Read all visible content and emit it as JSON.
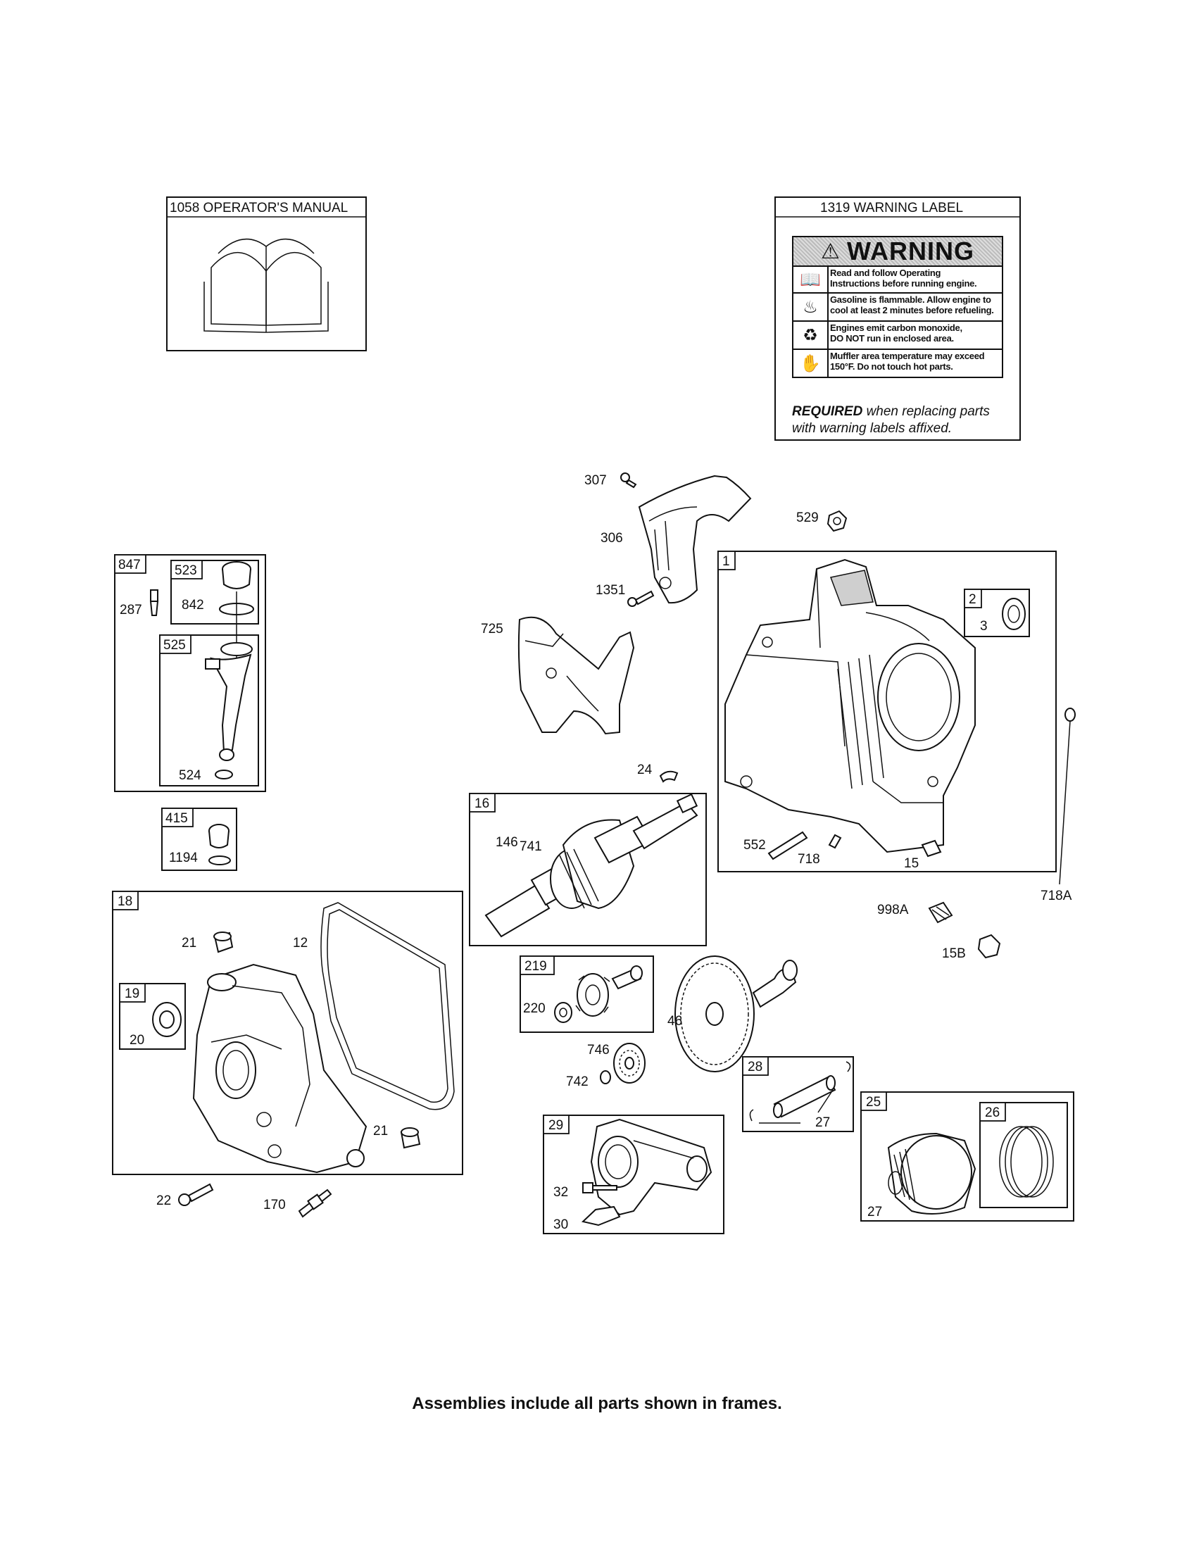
{
  "boxes": {
    "manual": "1058 OPERATOR'S MANUAL",
    "warning": "1319 WARNING LABEL"
  },
  "warning_label": {
    "heading": "WARNING",
    "rows": [
      {
        "icon": "book-icon",
        "line1": "Read and follow Operating",
        "line2": "Instructions before running engine."
      },
      {
        "icon": "flame-icon",
        "line1": "Gasoline is flammable. Allow engine to",
        "line2": "cool at least 2 minutes before refueling."
      },
      {
        "icon": "fumes-icon",
        "line1": "Engines emit carbon monoxide,",
        "line2": "DO NOT run in enclosed area."
      },
      {
        "icon": "hot-hand-icon",
        "line1": "Muffler area temperature may exceed",
        "line2": "150°F. Do not touch hot parts."
      }
    ],
    "required_bold": "REQUIRED",
    "required_rest": " when replacing parts",
    "required_line2": "with warning labels affixed."
  },
  "frames": {
    "f847": "847",
    "f523": "523",
    "f525": "525",
    "f415": "415",
    "f18": "18",
    "f19": "19",
    "f16": "16",
    "f1": "1",
    "f2": "2",
    "f219": "219",
    "f28": "28",
    "f29": "29",
    "f25": "25",
    "f26": "26"
  },
  "labels": {
    "p307": "307",
    "p306": "306",
    "p529": "529",
    "p1351": "1351",
    "p725": "725",
    "p287": "287",
    "p842": "842",
    "p524": "524",
    "p1194": "1194",
    "p24": "24",
    "p741": "741",
    "p146": "146",
    "p3": "3",
    "p552": "552",
    "p718": "718",
    "p15": "15",
    "p718A": "718A",
    "p998A": "998A",
    "p15B": "15B",
    "p21a": "21",
    "p12": "12",
    "p20": "20",
    "p21b": "21",
    "p22": "22",
    "p170": "170",
    "p220": "220",
    "p46": "46",
    "p746": "746",
    "p742": "742",
    "p27a": "27",
    "p32": "32",
    "p30": "30",
    "p27b": "27"
  },
  "footnote": "Assemblies include all parts shown in frames."
}
